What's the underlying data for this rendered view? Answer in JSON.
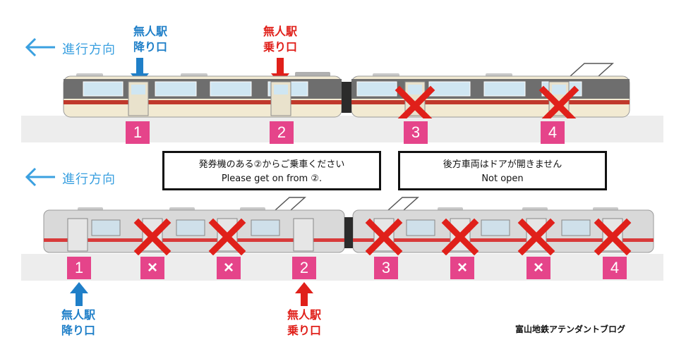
{
  "direction_label": "進行方向",
  "upper": {
    "alight": [
      "無人駅",
      "降り口"
    ],
    "board": [
      "無人駅",
      "乗り口"
    ],
    "car_numbers": [
      "1",
      "2",
      "3",
      "4"
    ]
  },
  "lower": {
    "alight": [
      "無人駅",
      "降り口"
    ],
    "board": [
      "無人駅",
      "乗り口"
    ],
    "door_badges": [
      "1",
      "×",
      "×",
      "2",
      "3",
      "×",
      "×",
      "4"
    ]
  },
  "notice_front": [
    "発券機のある②からご乗車ください",
    "Please get on from ②."
  ],
  "notice_rear": [
    "後方車両はドアが開きません",
    "Not open"
  ],
  "credit": "富山地鉄アテンダントブログ",
  "colors": {
    "direction": "#3aa0e0",
    "blue_arrow": "#1f7fc8",
    "red_arrow": "#e0201a",
    "cross": "#e0201a",
    "badge": "#e5448a",
    "upper_train_body": "#f2ead2",
    "lower_train_body": "#d9d9d9"
  }
}
